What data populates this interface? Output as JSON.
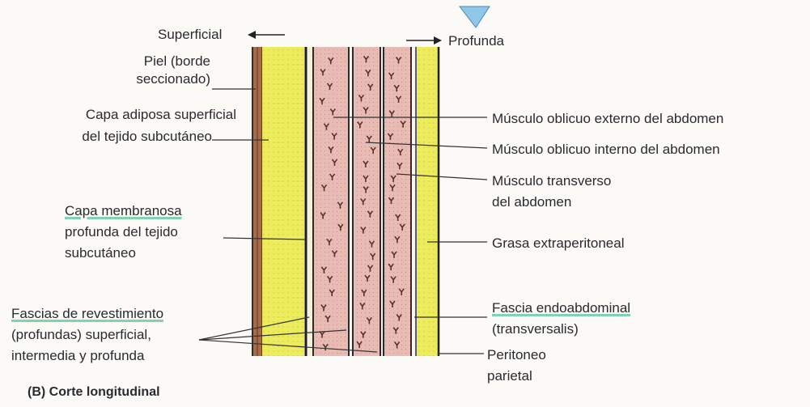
{
  "directions": {
    "left": "Superficial",
    "right": "Profunda"
  },
  "labels_left": {
    "piel_1": "Piel (borde",
    "piel_2": "seccionado)",
    "adiposa_1": "Capa adiposa superficial",
    "adiposa_2": "del tejido subcutáneo",
    "membranosa_1": "Capa membranosa",
    "membranosa_2": "profunda del tejido",
    "membranosa_3": "subcutáneo",
    "fascias_1": "Fascias de revestimiento",
    "fascias_2": "(profundas) superficial,",
    "fascias_3": "intermedia y profunda"
  },
  "labels_right": {
    "oblicuo_externo": "Músculo oblicuo externo del abdomen",
    "oblicuo_interno": "Músculo oblicuo interno del abdomen",
    "transverso_1": "Músculo transverso",
    "transverso_2": "del abdomen",
    "grasa": "Grasa extraperitoneal",
    "fascia_endo_1": "Fascia endoabdominal",
    "fascia_endo_2": "(transversalis)",
    "peritoneo_1": "Peritoneo",
    "peritoneo_2": "parietal"
  },
  "caption": "(B) Corte longitudinal",
  "colors": {
    "fat_yellow": "#ecec5c",
    "muscle_pink": "#e8bcb4",
    "skin_brown": "#8b5a3a",
    "fascia_dark": "#2b2b2b",
    "leader": "#333333",
    "highlight": "#7fd3b0"
  }
}
